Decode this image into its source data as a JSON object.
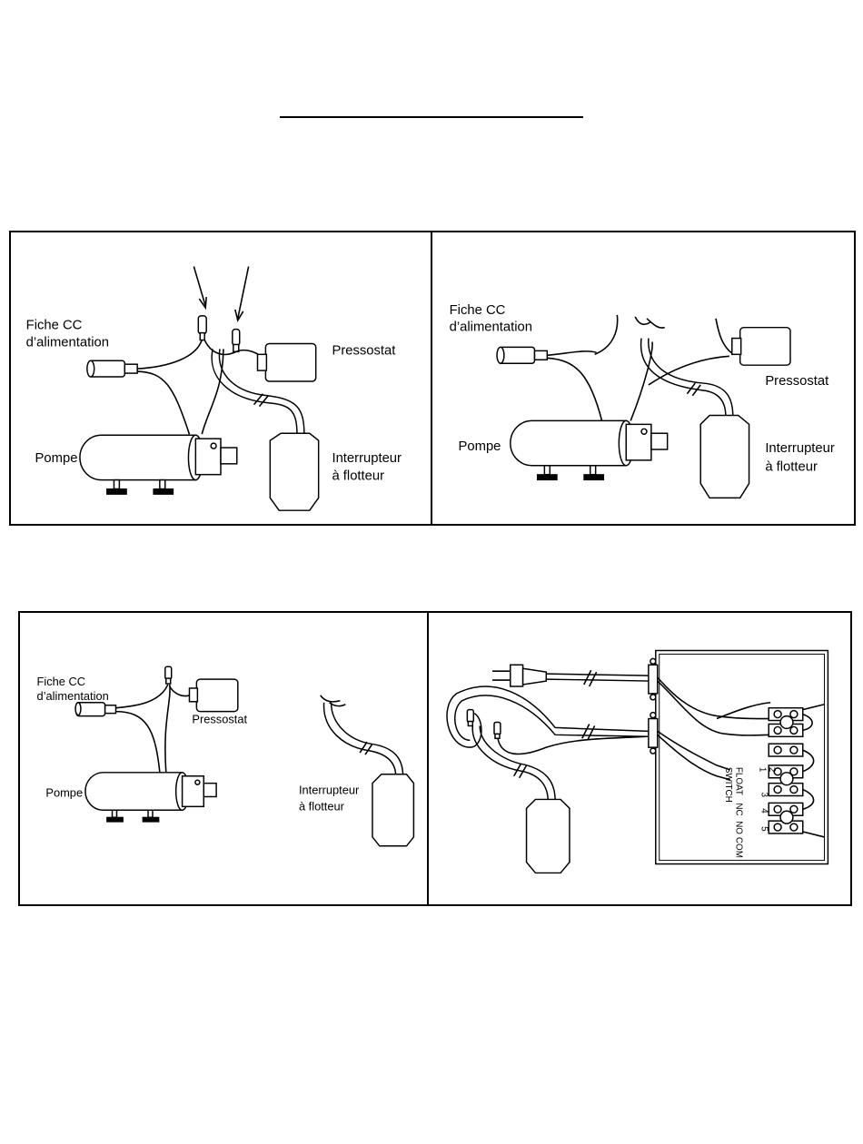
{
  "panels": {
    "p1": {
      "fiche_line1": "Fiche CC",
      "fiche_line2": "d’alimentation",
      "pressostat": "Pressostat",
      "pompe": "Pompe",
      "interrupteur_line1": "Interrupteur",
      "interrupteur_line2": "à flotteur"
    },
    "p2": {
      "fiche_line1": "Fiche CC",
      "fiche_line2": "d’alimentation",
      "pressostat": "Pressostat",
      "pompe": "Pompe",
      "interrupteur_line1": "Interrupteur",
      "interrupteur_line2": "à flotteur"
    },
    "p3": {
      "fiche_line1": "Fiche CC",
      "fiche_line2": "d’alimentation",
      "pressostat": "Pressostat",
      "pompe": "Pompe",
      "interrupteur_line1": "Interrupteur",
      "interrupteur_line2": "à flotteur"
    },
    "p4": {
      "terminal_numbers": [
        "1",
        "2",
        "3",
        "4",
        "5"
      ],
      "float_switch_line1": "FLOAT",
      "float_switch_line2": "SWITCH",
      "nc": "NC",
      "no": "NO",
      "com": "COM"
    }
  }
}
